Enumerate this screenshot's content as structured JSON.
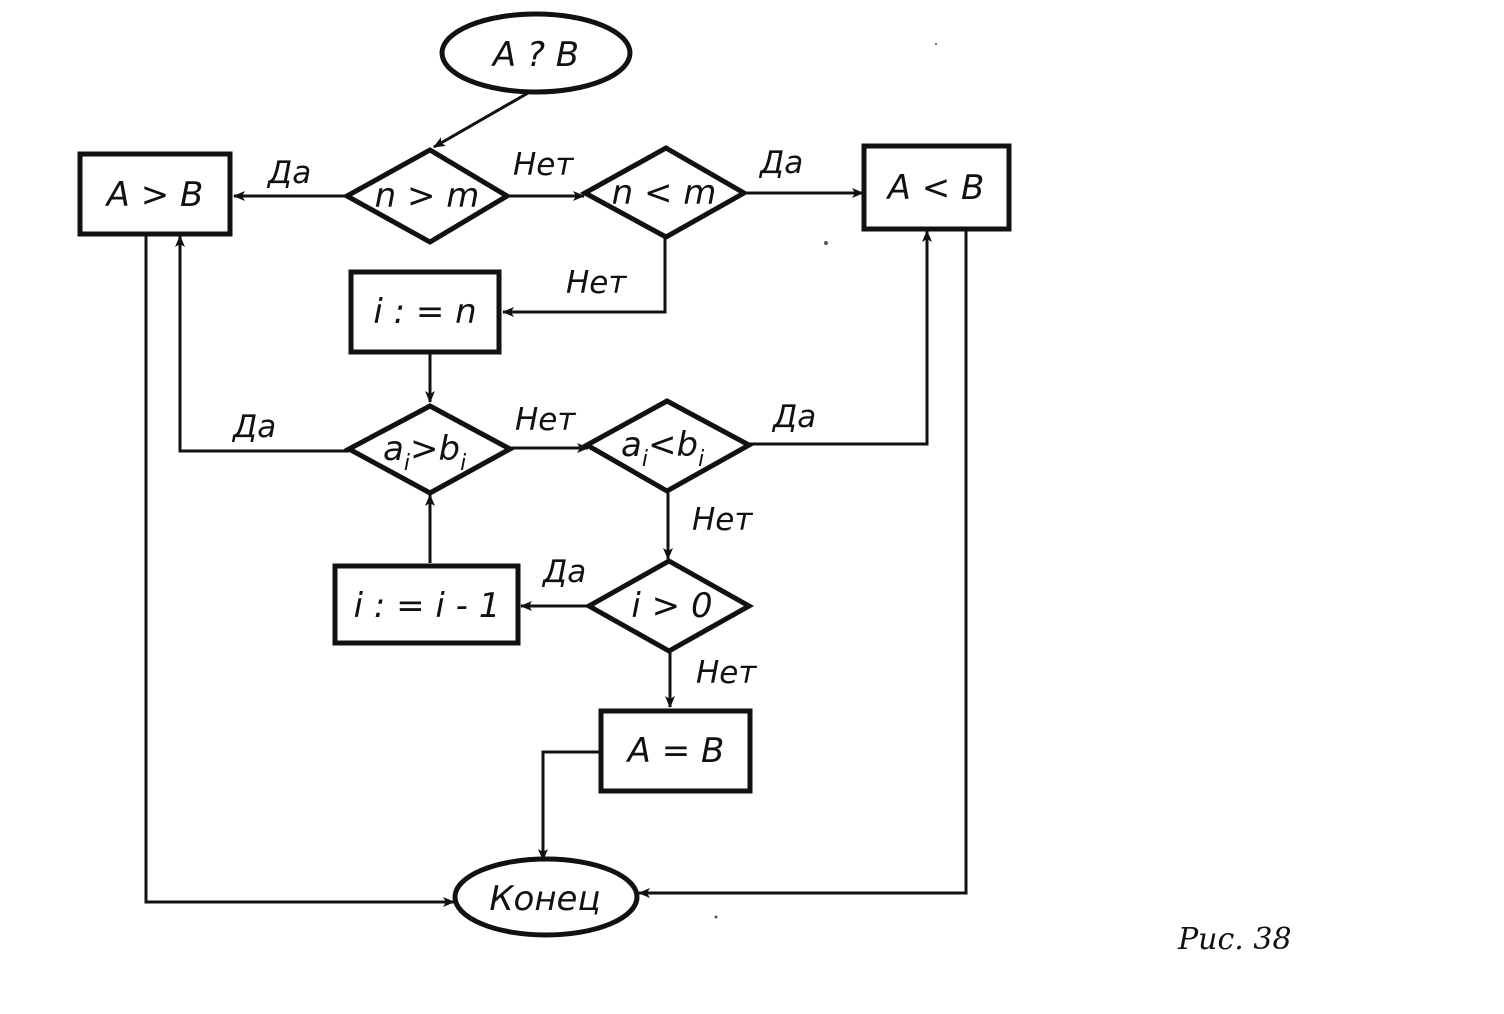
{
  "diagram": {
    "nodes": {
      "start": "A ? B",
      "cond_n_gt_m": "n > m",
      "cond_n_lt_m": "n < m",
      "res_a_gt_b": "A > B",
      "res_a_lt_b": "A < B",
      "assign_i_n": "i : = n",
      "cond_ai_gt_bi": {
        "left": "a",
        "left_sub": "i",
        "op": ">",
        "right": "b",
        "right_sub": "i"
      },
      "cond_ai_lt_bi": {
        "left": "a",
        "left_sub": "i",
        "op": "<",
        "right": "b",
        "right_sub": "i"
      },
      "cond_i_gt_0": "i > 0",
      "assign_i_dec": "i : = i - 1",
      "res_a_eq_b": "A = B",
      "end": "Конец"
    },
    "edge_labels": {
      "yes1": "Да",
      "no1": "Нет",
      "yes2": "Да",
      "no2": "Нет",
      "yes3": "Да",
      "no3": "Нет",
      "yes4": "Да",
      "no4": "Нет",
      "yes5": "Да",
      "no5": "Нет"
    },
    "caption": "Рис. 38",
    "colors": {
      "ink": "#111111",
      "paper": "#ffffff"
    }
  }
}
